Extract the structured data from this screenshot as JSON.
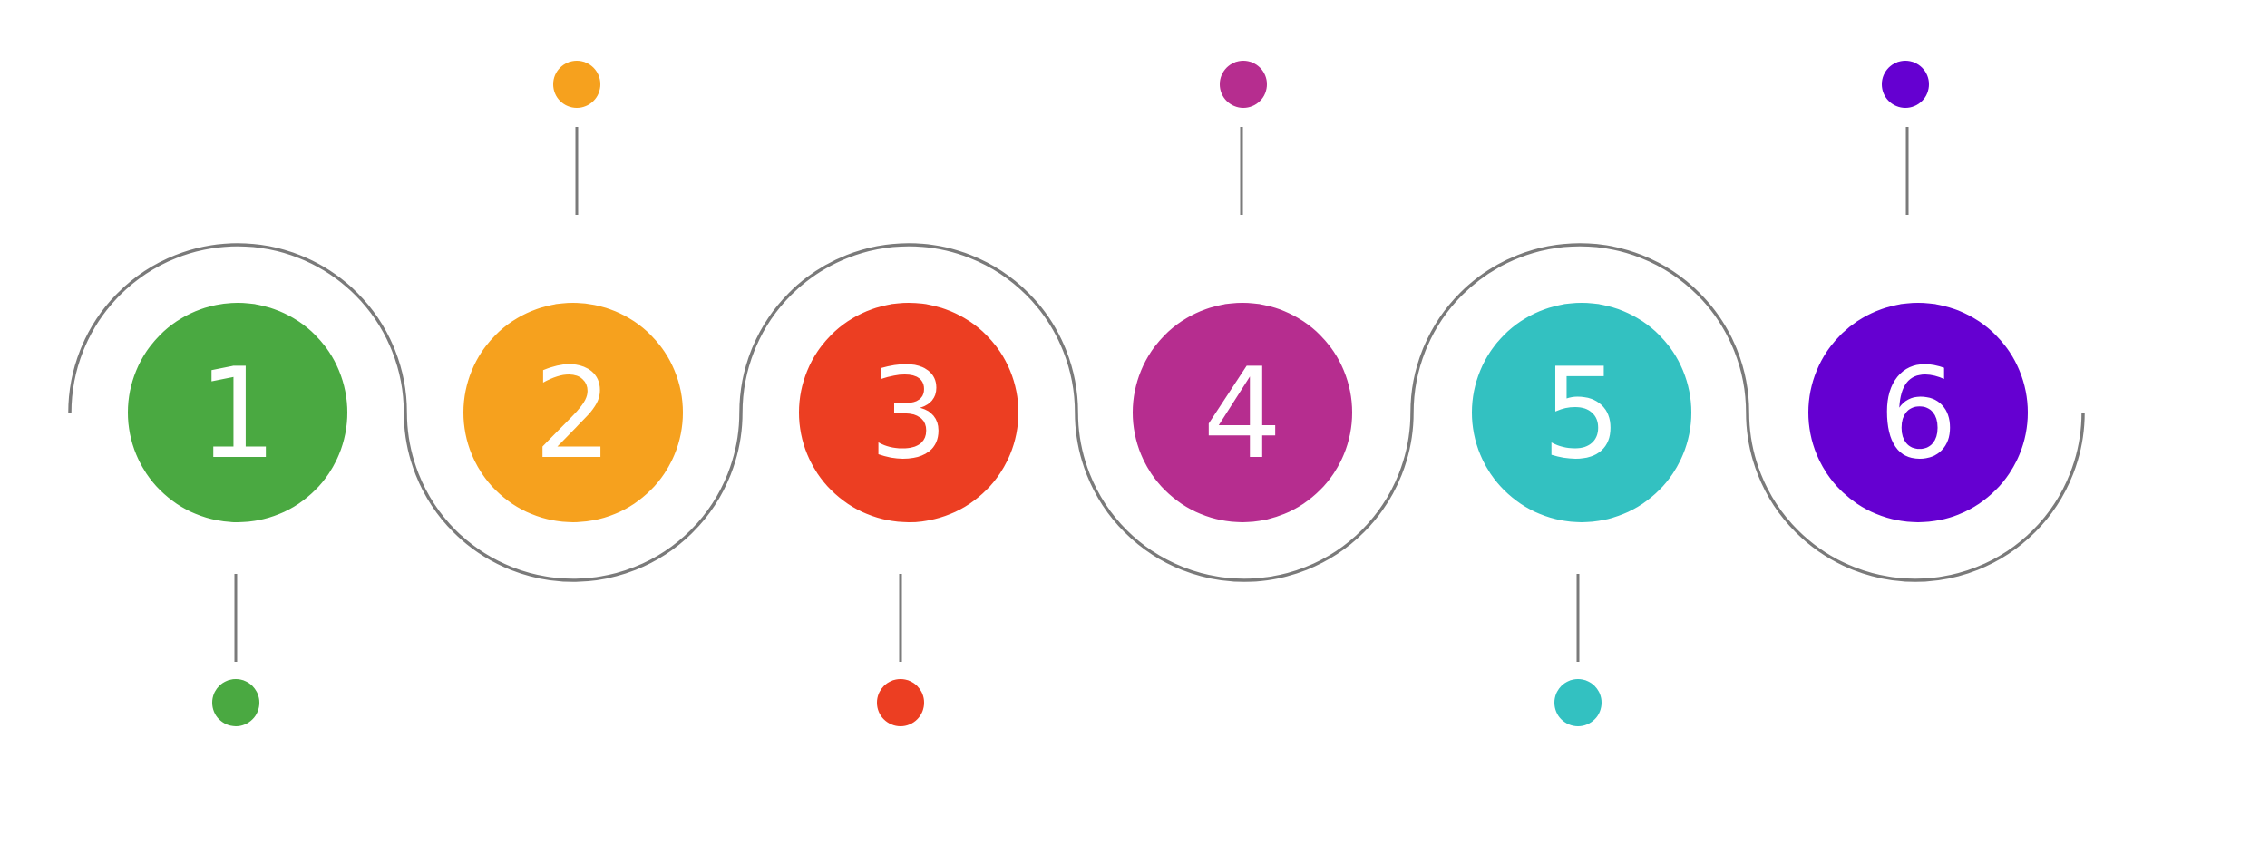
{
  "diagram": {
    "type": "numbered-process-wave",
    "connector_color": "#7a7a7a",
    "steps": [
      {
        "number": "1",
        "color": "#4aa941",
        "marker": "below"
      },
      {
        "number": "2",
        "color": "#f6a11e",
        "marker": "above"
      },
      {
        "number": "3",
        "color": "#ec3e22",
        "marker": "below"
      },
      {
        "number": "4",
        "color": "#b62d8f",
        "marker": "above"
      },
      {
        "number": "5",
        "color": "#33c1c1",
        "marker": "below"
      },
      {
        "number": "6",
        "color": "#6500d1",
        "marker": "above"
      }
    ]
  }
}
